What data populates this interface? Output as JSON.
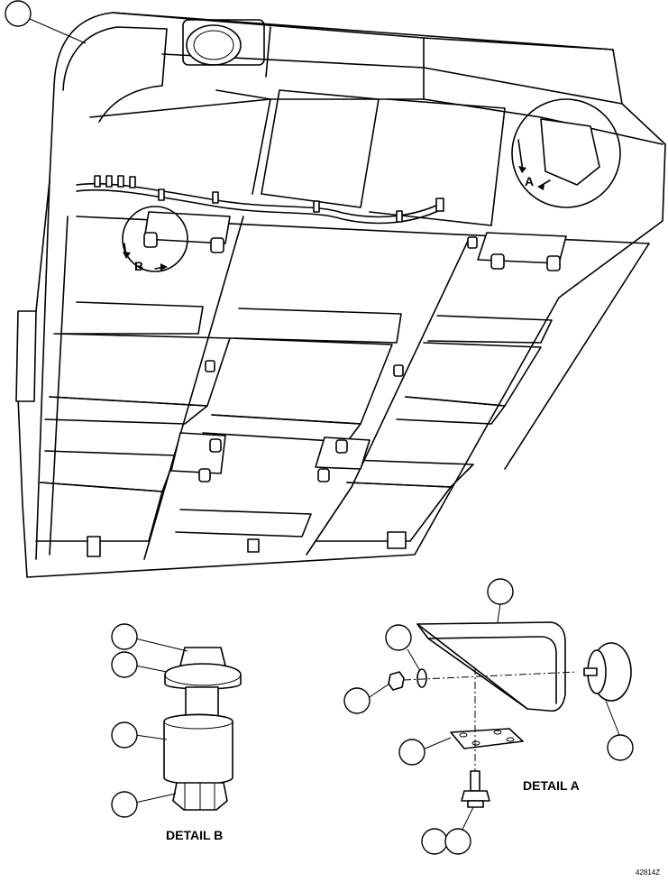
{
  "callouts": {
    "view_a": "A",
    "view_b": "B"
  },
  "detail_a": {
    "title": "DETAIL A"
  },
  "detail_b": {
    "title": "DETAIL B"
  },
  "drawing_number": "42814Z",
  "balloons": [
    {
      "id": "main-assembly",
      "text": ""
    },
    {
      "id": "bracket",
      "text": ""
    },
    {
      "id": "washer",
      "text": ""
    },
    {
      "id": "nut-a",
      "text": ""
    },
    {
      "id": "plate",
      "text": ""
    },
    {
      "id": "bumper-a",
      "text": ""
    },
    {
      "id": "bolt-1",
      "text": ""
    },
    {
      "id": "bolt-2",
      "text": ""
    },
    {
      "id": "nut-b-1",
      "text": ""
    },
    {
      "id": "washer-b",
      "text": ""
    },
    {
      "id": "bumper-b",
      "text": ""
    },
    {
      "id": "nut-b-2",
      "text": ""
    }
  ]
}
